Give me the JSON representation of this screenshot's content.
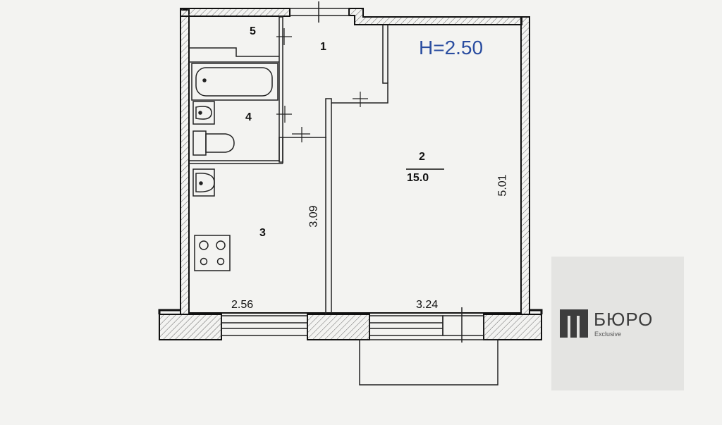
{
  "ceiling_height": "H=2.50",
  "rooms": [
    {
      "number": "1"
    },
    {
      "number": "2",
      "area": "15.0"
    },
    {
      "number": "3"
    },
    {
      "number": "4"
    },
    {
      "number": "5"
    }
  ],
  "dimensions": {
    "kitchen_width": "2.56",
    "room_width": "3.24",
    "kitchen_length": "3.09",
    "room_length": "5.01"
  },
  "watermark": {
    "name": "БЮРО",
    "tagline": "Exclusive"
  }
}
